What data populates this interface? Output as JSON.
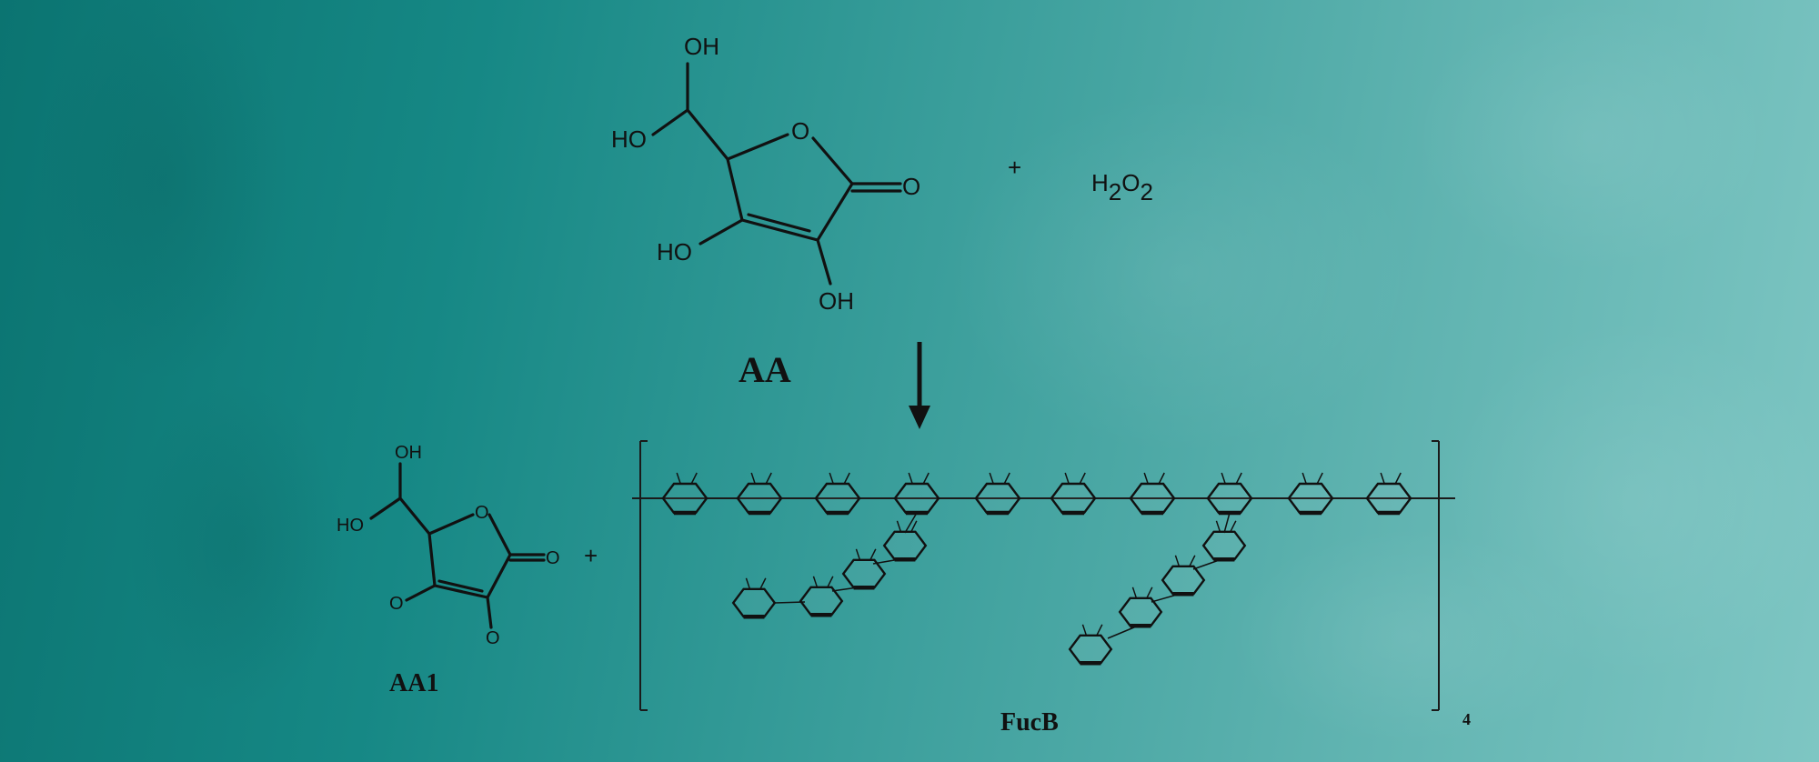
{
  "reactants": {
    "ascorbic_acid": {
      "label": "AA",
      "oh_top": "OH",
      "ho_left": "HO",
      "ring_o": "O",
      "carbonyl_o": "O",
      "ho_enol": "HO",
      "oh_enol": "OH"
    },
    "plus": "+",
    "peroxide": {
      "H": "H",
      "sub2a": "2",
      "O": "O",
      "sub2b": "2"
    }
  },
  "products": {
    "dehydroascorbate": {
      "label": "AA1",
      "oh_top": "OH",
      "ho_left": "HO",
      "ring_o": "O",
      "carbonyl_o": "O",
      "o_left": "O",
      "o_right": "O"
    },
    "plus": "+",
    "fucoidan": {
      "label": "FucB",
      "repeat_count": "4"
    }
  },
  "colors": {
    "background_left": "#0b7471",
    "background_right": "#7ec6c3",
    "ink": "#111111"
  }
}
